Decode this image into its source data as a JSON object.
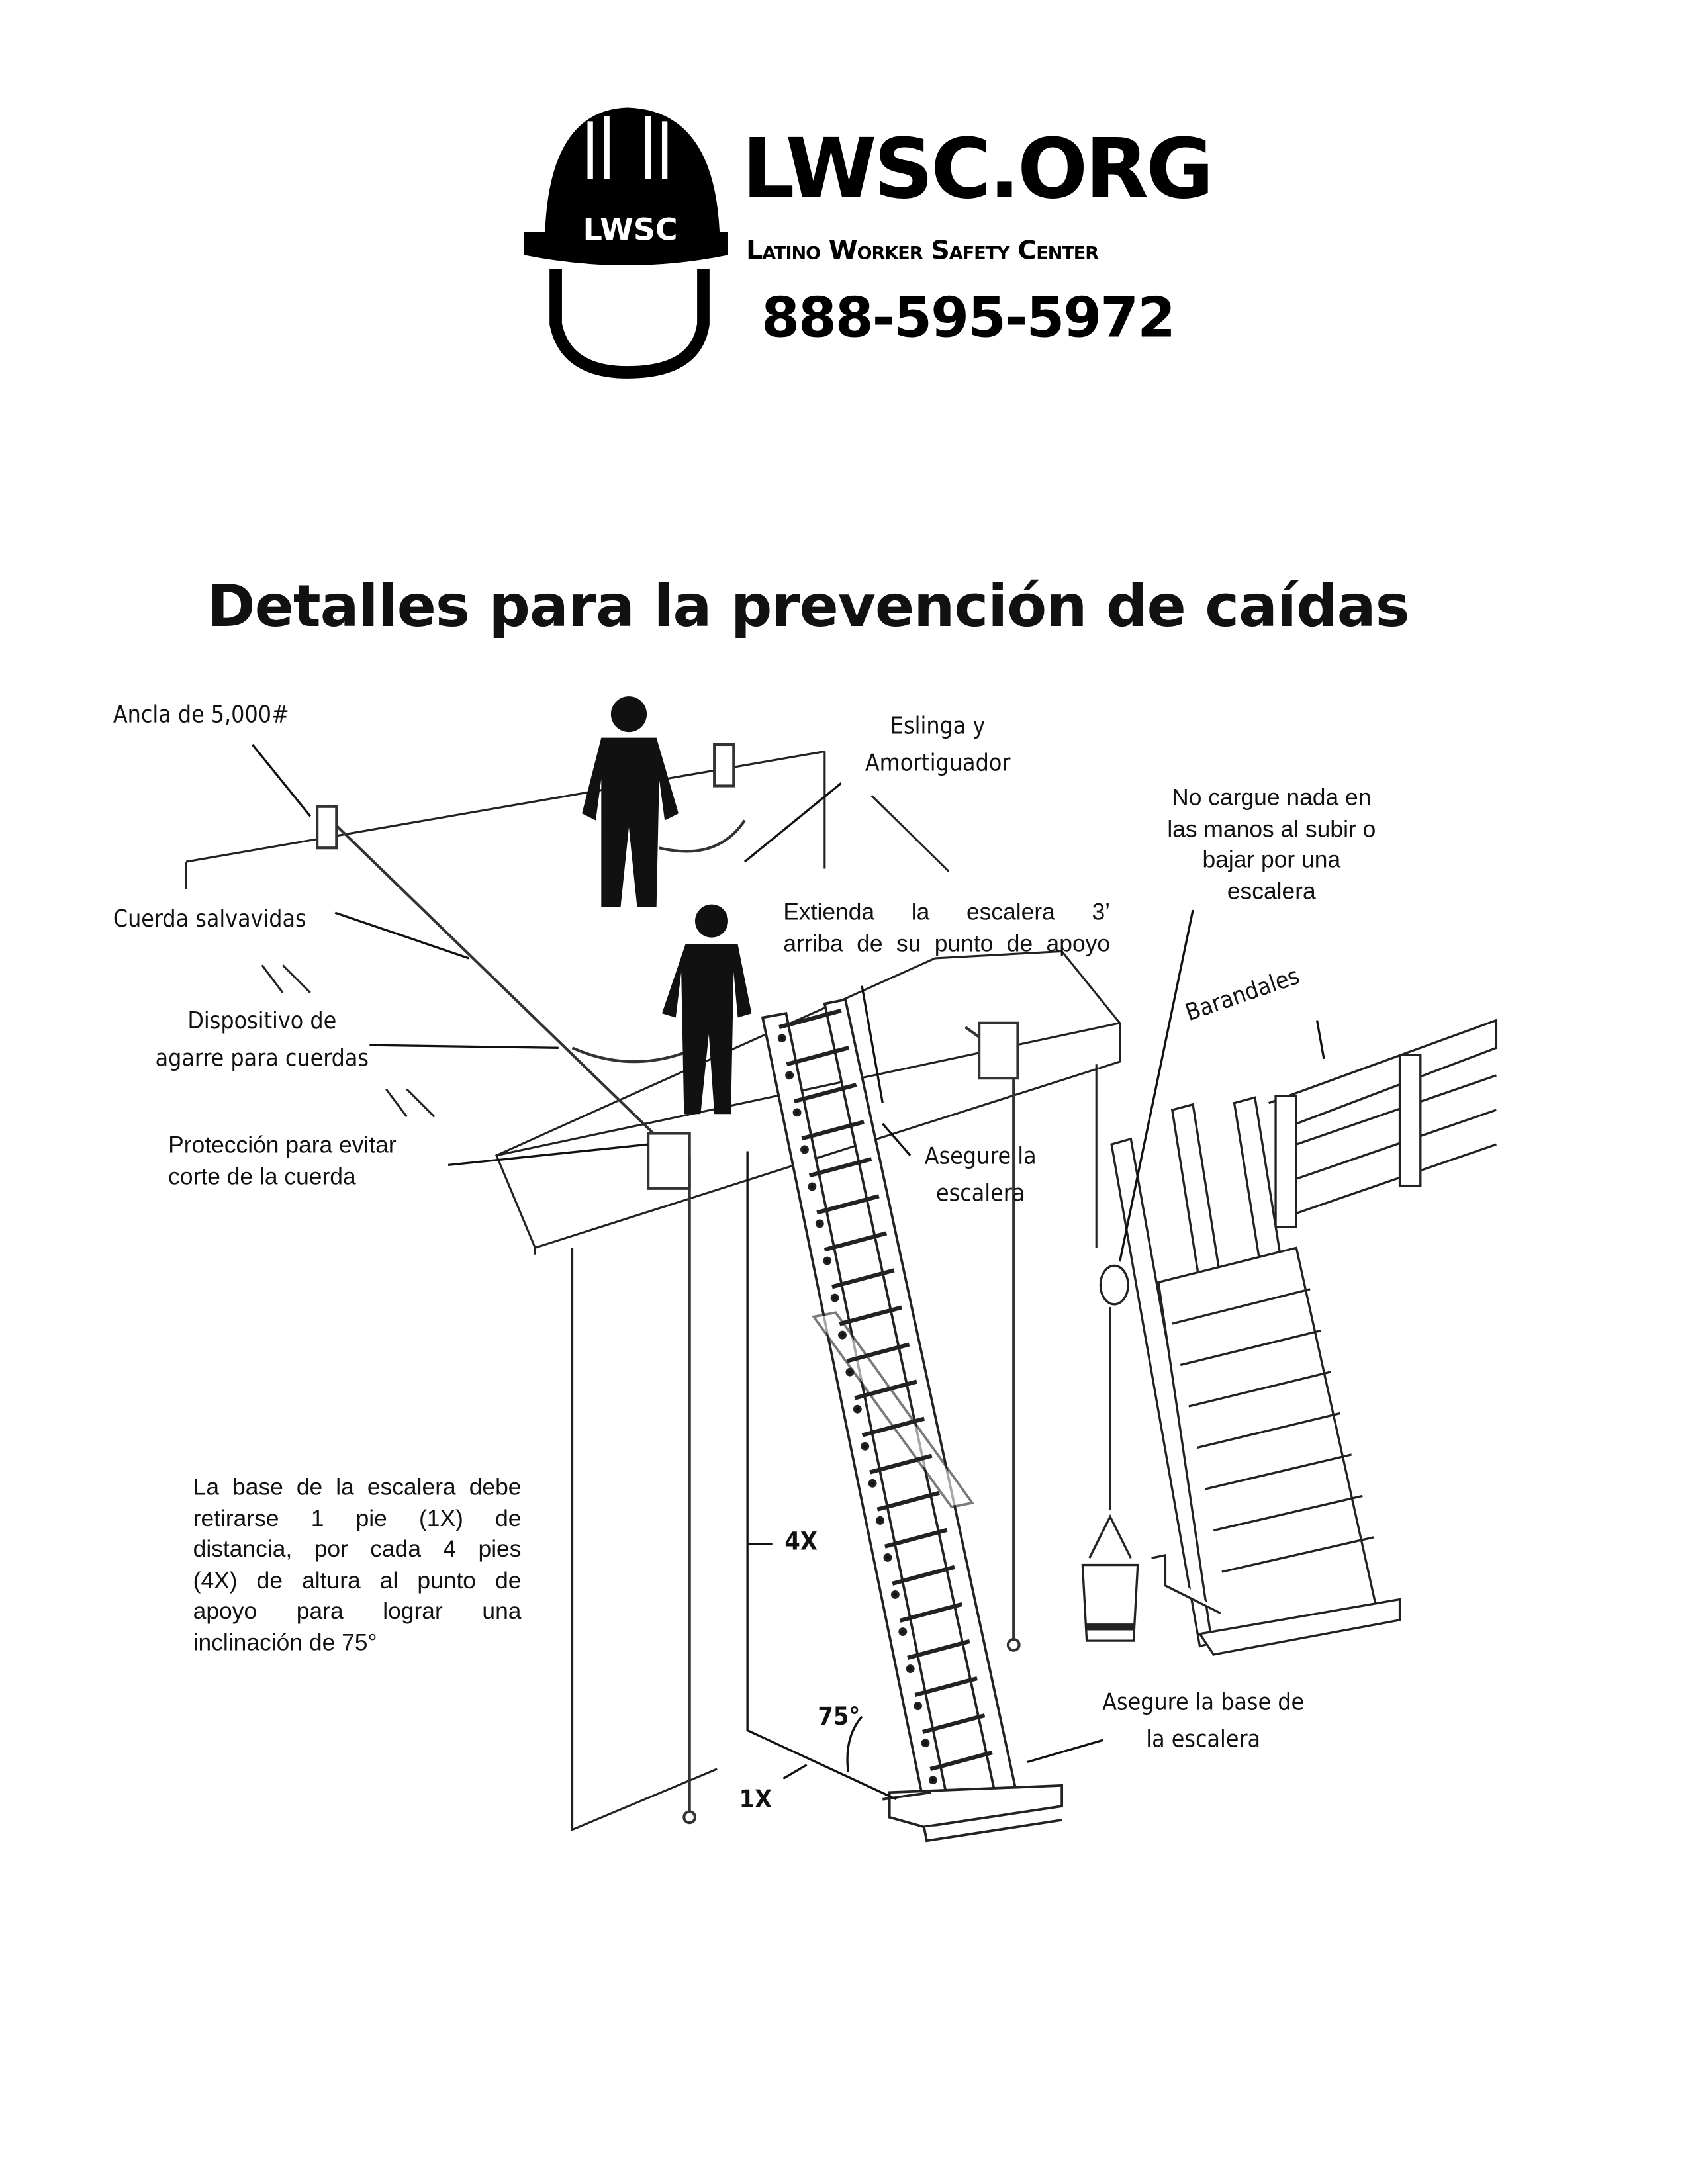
{
  "header": {
    "logo_text": "LWSC",
    "site": "LWSC.ORG",
    "org_name": "Latino Worker Safety Center",
    "phone": "888-595-5972"
  },
  "title": "Detalles para la prevención de caídas",
  "labels": {
    "anchor": "Ancla de 5,000#",
    "lanyard_1": "Eslinga y",
    "lanyard_2": "Amortiguador",
    "hands_free": [
      "No cargue nada en",
      "las manos al subir o",
      "bajar por una",
      "escalera"
    ],
    "lifeline": "Cuerda salvavidas",
    "extend": [
      "Extienda la escalera 3’",
      "arriba de su punto de apoyo"
    ],
    "grab_device": [
      "Dispositivo de",
      "agarre para cuerdas"
    ],
    "guardrails": "Barandales",
    "edge_protection": [
      "Protección para evitar",
      "corte de la cuerda"
    ],
    "secure_ladder": [
      "Asegure la",
      "escalera"
    ],
    "base_rule": [
      "La base de la escalera debe",
      "retirarse 1 pie (1X) de",
      "distancia, por cada 4 pies",
      "(4X) de altura al punto de",
      "apoyo para lograr una",
      "inclinación de 75°"
    ],
    "height": "4X",
    "angle": "75°",
    "base": "1X",
    "secure_base": [
      "Asegure la base de",
      "la escalera"
    ]
  }
}
